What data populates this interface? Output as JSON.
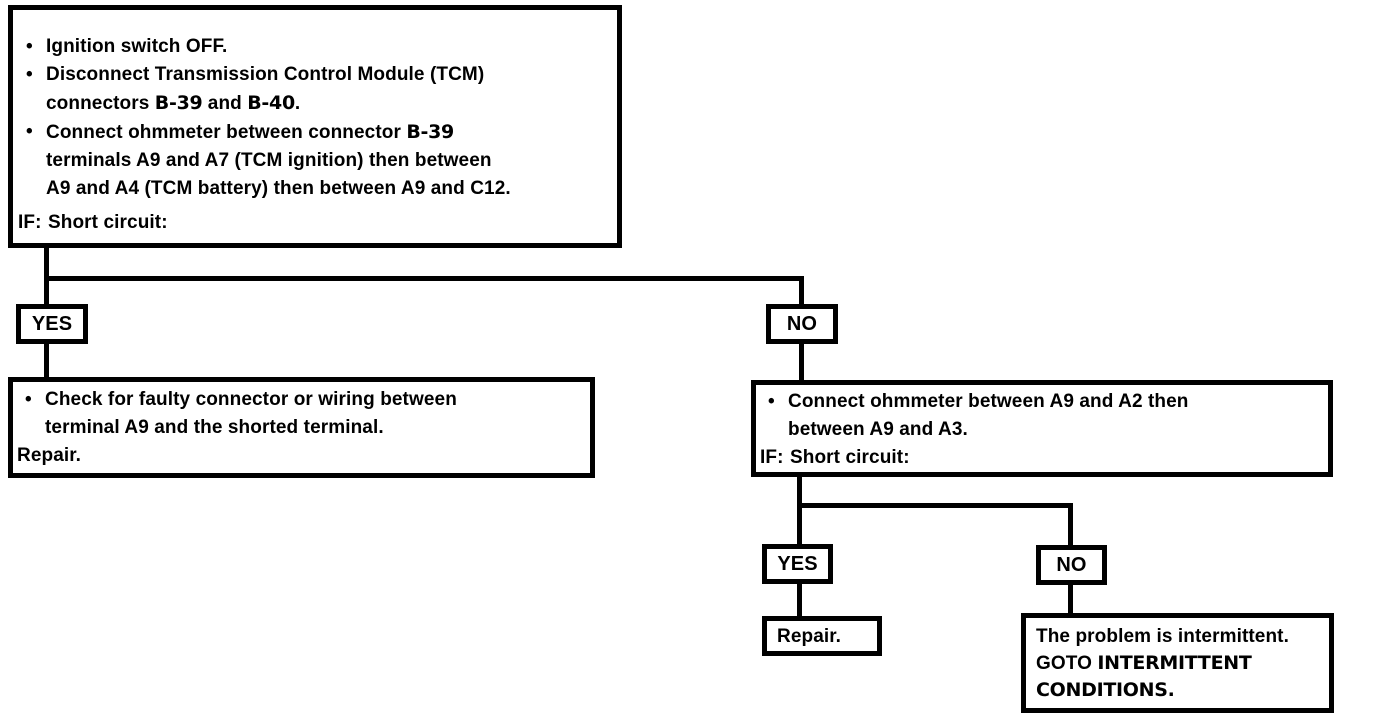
{
  "diagram": {
    "type": "troubleshooting-flowchart",
    "glyphs": {
      "bullet": "•"
    },
    "colors": {
      "ink": "#000000",
      "paper": "#ffffff"
    },
    "root_box": {
      "b1": "Ignition switch OFF.",
      "b2_l1": "Disconnect Transmission Control Module (TCM)",
      "b2_l2a": "connectors ",
      "b2_l2b": "B-39",
      "b2_l2c": " and ",
      "b2_l2d": "B-40",
      "b2_l2e": ".",
      "b3_l1a": "Connect ohmmeter between connector ",
      "b3_l1b": "B-39",
      "b3_l2": "terminals A9 and A7 (TCM ignition) then between",
      "b3_l3": "A9 and A4 (TCM battery) then between A9 and C12.",
      "if_label": "IF:",
      "if_text": "Short circuit:"
    },
    "branch1": {
      "yes": "YES",
      "no": "NO"
    },
    "yes1_box": {
      "b1_l1": "Check for faulty connector or wiring between",
      "b1_l2": "terminal A9 and the shorted terminal.",
      "action": "Repair."
    },
    "no1_box": {
      "b1_l1": "Connect ohmmeter between A9 and A2 then",
      "b1_l2": "between A9 and A3.",
      "if_label": "IF:",
      "if_text": "Short circuit:"
    },
    "branch2": {
      "yes": "YES",
      "no": "NO"
    },
    "yes2_box": {
      "action": "Repair."
    },
    "no2_box": {
      "l1": "The problem is intermittent.",
      "l2a": "GOTO ",
      "l2b": "INTERMITTENT",
      "l3": "CONDITIONS."
    }
  }
}
